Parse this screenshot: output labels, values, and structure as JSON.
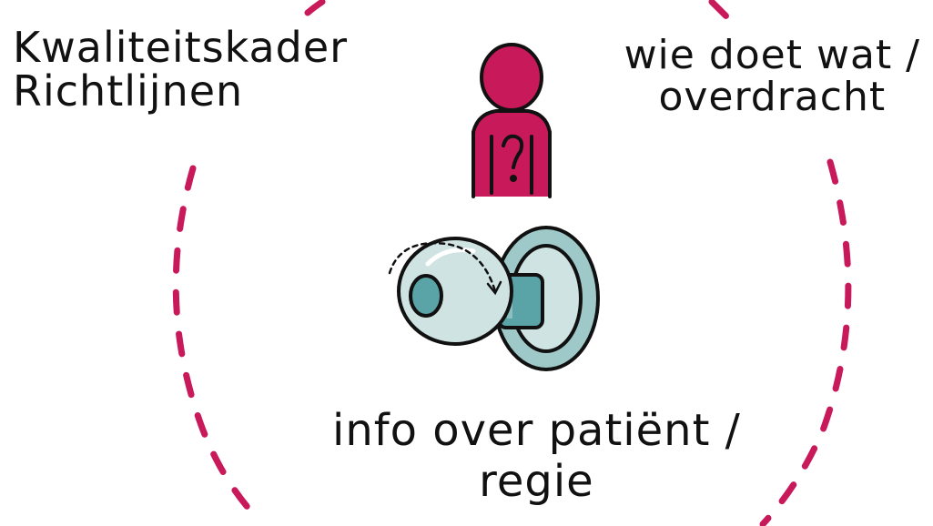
{
  "colors": {
    "accent": "#c8195a",
    "ink": "#111111",
    "knob_light": "#cfe3e3",
    "knob_mid": "#9fc9c9",
    "knob_dark": "#5aa3a7",
    "figure": "#c8195a"
  },
  "labels": {
    "top_left": [
      "Kwaliteitskader",
      "Richtlijnen"
    ],
    "top_right": [
      "wie doet wat /",
      "overdracht"
    ],
    "bottom": [
      "info over patiënt /",
      "regie"
    ]
  },
  "icons": {
    "person": "person-question-icon",
    "door_knob": "door-knob-icon",
    "rotate_arrow": "rotate-arrow-icon"
  }
}
